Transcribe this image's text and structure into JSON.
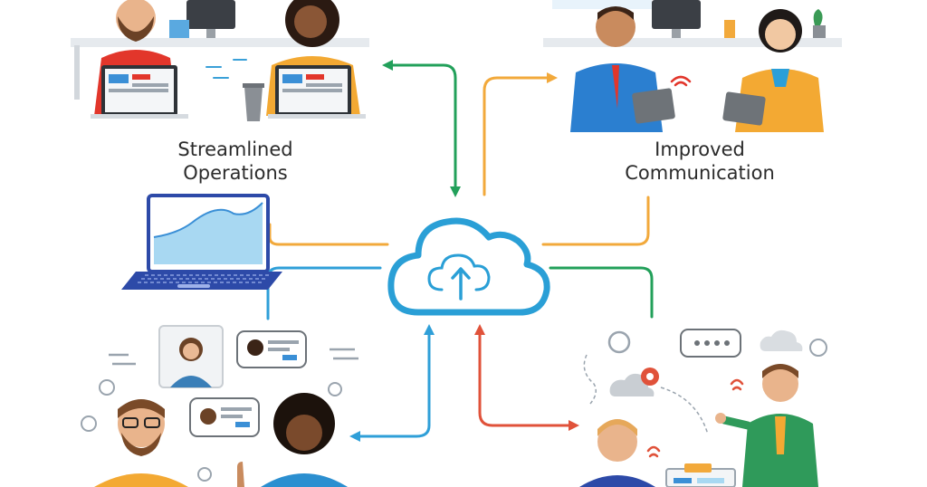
{
  "captions": {
    "top_left": [
      "Streamlined",
      "Operations"
    ],
    "top_right": [
      "Improved",
      "Communication"
    ]
  },
  "icons": {
    "center": "cloud-upload-icon",
    "laptop": "laptop-chart-icon"
  },
  "colors": {
    "green": "#22a05a",
    "orange": "#f2a93b",
    "blue": "#2f9fd8",
    "red": "#e0523a",
    "cloud": "#2a9fd6"
  }
}
